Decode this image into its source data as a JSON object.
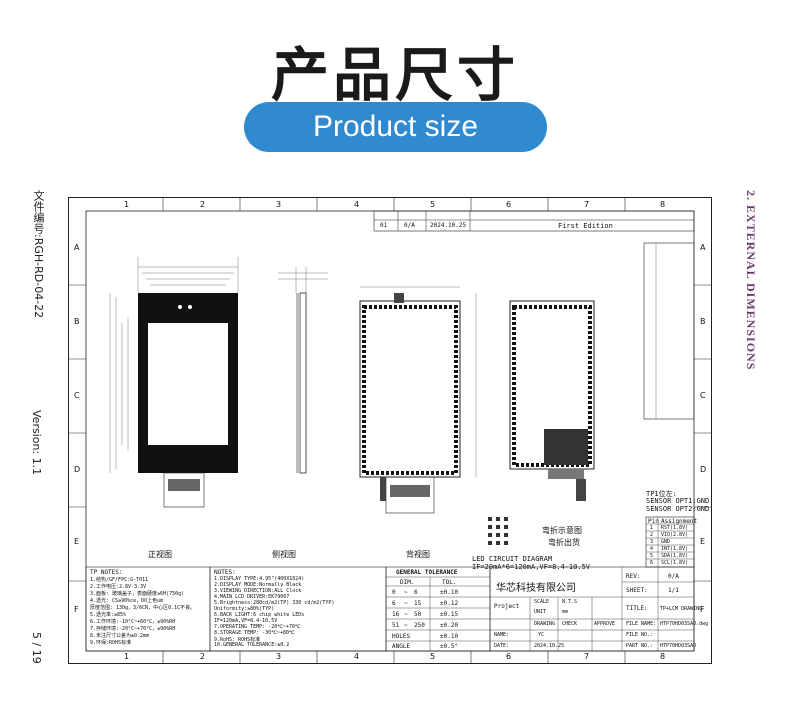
{
  "header": {
    "title": "产品尺寸",
    "subtitle": "Product size"
  },
  "sidebar_left": {
    "doc_number": "文件编号:RGH-RD-04-22",
    "version": "Version: 1.1",
    "page": "5 / 19"
  },
  "sidebar_right": {
    "section": "2. EXTERNAL DIMENSIONS"
  },
  "drawing": {
    "col_numbers": [
      "1",
      "2",
      "3",
      "4",
      "5",
      "6",
      "7",
      "8"
    ],
    "row_letters": [
      "A",
      "B",
      "C",
      "D",
      "E",
      "F"
    ],
    "revision_table": {
      "row": [
        "01",
        "0/A",
        "2024.10.25",
        "First Edition"
      ]
    },
    "views": {
      "front": "正视图",
      "side": "侧视图",
      "back": "背视图",
      "bend": "弯折示意图",
      "bend_out": "弯折出货"
    },
    "tp_sensor": [
      "TP1位左:",
      "SENSOR OPT1:GND",
      "SENSOR OPT2:GND"
    ],
    "pin_header": [
      "Pin",
      "Assignment"
    ],
    "pin_rows": [
      [
        "1",
        "RST(1.8V)"
      ],
      [
        "2",
        "VIO(2.8V)"
      ],
      [
        "3",
        "GND"
      ],
      [
        "4",
        "INT(1.8V)"
      ],
      [
        "5",
        "SDA(1.8V)"
      ],
      [
        "6",
        "SCL(1.8V)"
      ]
    ],
    "led": {
      "title": "LED CIRCUIT DIAGRAM",
      "spec": "IF=20mA*6=120mA,VF=8.4-10.5V"
    },
    "tp_notes": {
      "title": "TP NOTES:",
      "lines": [
        "1.结构/GF/FPC:G-T011",
        "2.工作电压:2.8V-3.3V",
        "3.面板: 玻璃盖子，表面硬度≥6H(750g)",
        "4.透光: CS≥90%ce，DO上色um",
        "  厚度范围: 130g，3/6CN，中心区0.1C不良。",
        "5.透光率:≥85%",
        "6.工作环境:-10°C~+60°C，≤90%RH",
        "7.存储环境:-20°C~+70°C，≤90%RH",
        "8.未注尺寸公差为±0.2mm",
        "9.环保:ROHS标准"
      ]
    },
    "notes": {
      "title": "NOTES:",
      "lines": [
        "1.DISPLAY TYPE:4.95\"(400X1024)",
        "2.DISPLAY MODE:Normally Black",
        "3.VIEWING DIRECTION:ALL Clock",
        "4.MAIN LCD DRIVER:EK79007",
        "5.Brightness:280cd/m2(TP) 330 cd/m2(TYP)",
        "  Uniformity:≥80%(TYP)",
        "6.BACK LIGHT:6 chip white LEDs",
        "  IF=120mA,VF=8.4-10.5V",
        "7.OPERATING TEMP: -20℃~+70℃",
        "8.STORAGE TEMP: -30℃~+80℃",
        "9.RoHS: ROHS标准",
        "10.GENERAL TOLERANCE:±0.2"
      ]
    },
    "tolerance": {
      "title": "GENERAL TOLERANCE",
      "head": [
        "DIM.",
        "TOL."
      ],
      "rows": [
        [
          "0",
          "~",
          "6",
          "±0.10"
        ],
        [
          "6",
          "~",
          "15",
          "±0.12"
        ],
        [
          "16",
          "~",
          "50",
          "±0.15"
        ],
        [
          "51",
          "~",
          "250",
          "±0.20"
        ]
      ],
      "holes": [
        "HOLES",
        "±0.10"
      ],
      "angle": [
        "ANGLE",
        "±0.5°"
      ]
    },
    "title_block": {
      "company": "华芯科技有限公司",
      "rev_label": "REV:",
      "rev": "0/A",
      "sheet_label": "SHEET:",
      "sheet": "1/1",
      "project": "Project",
      "scale_label": "SCALE",
      "scale": "N.T.S",
      "unit_label": "UNIT",
      "unit": "mm",
      "title_label": "TITLE:",
      "title": "TP+LCM DRAWING",
      "file_name_label": "FILE NAME:",
      "file_name": "HTP70HD03SAD.dwg",
      "file_no_label": "FILE NO.:",
      "file_no": "",
      "part_no_label": "PART NO.:",
      "part_no": "HTP70HD03SAD",
      "drawing": "DRAWING",
      "check": "CHECK",
      "approve": "APPROVE",
      "name_label": "NAME:",
      "name": "YC",
      "date_label": "DATE:",
      "date": "2024.10.25"
    }
  }
}
